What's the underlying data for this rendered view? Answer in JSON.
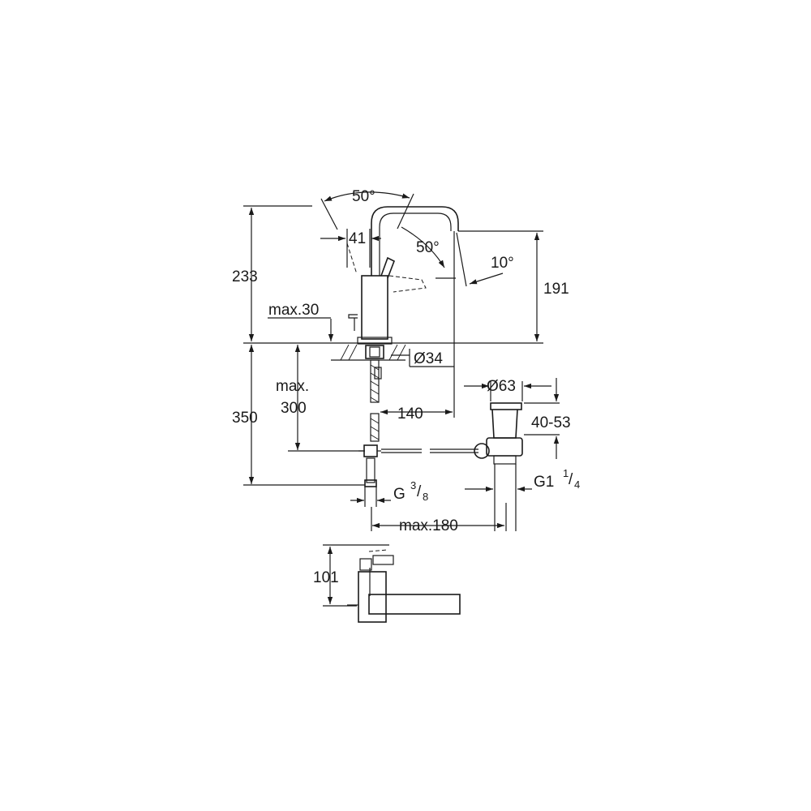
{
  "dimensions": {
    "spout_swivel_angle": "50°",
    "lever_angle": "50°",
    "tilt_angle": "10°",
    "lever_width": "41",
    "total_height": "233",
    "spout_height": "191",
    "deck_thickness": "max.30",
    "base_diameter": "Ø34",
    "hose_max_a": "max.",
    "hose_max_b": "300",
    "below_deck": "350",
    "projection": "140",
    "waste_diameter": "Ø63",
    "waste_range": "40-53",
    "connection_g": "G",
    "connection_num": "3",
    "connection_den": "8",
    "waste_thread_g": "G1",
    "waste_thread_num": "1",
    "waste_thread_den": "4",
    "max_rod": "max.180",
    "top_view_depth": "101"
  }
}
